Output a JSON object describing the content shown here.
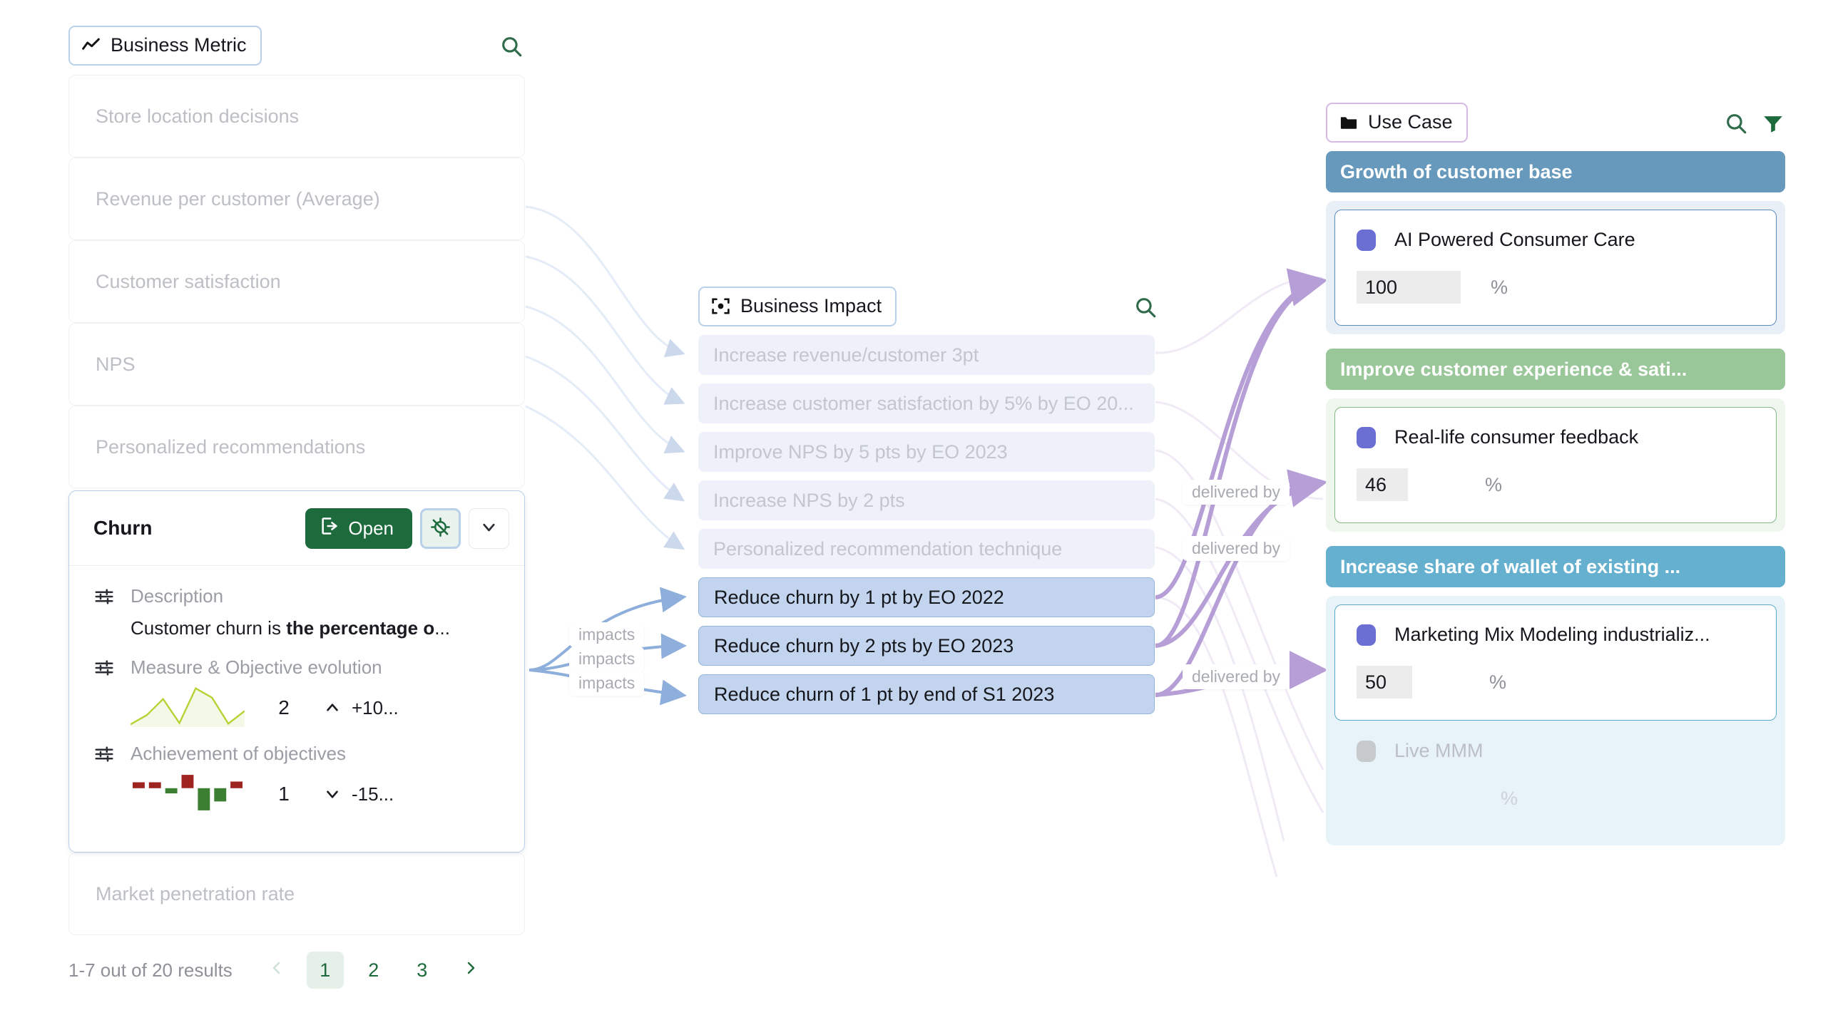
{
  "colors": {
    "accent_green": "#1d6b3d",
    "chip_border_blue": "#b9d0ea",
    "chip_border_purple": "#d4b9e2",
    "edge_purple": "#b69ed6",
    "banner_blue": "#6699bb",
    "banner_green": "#9ac79a",
    "banner_cyan": "#66b0cf",
    "highlight_blue": "#c3d5ee",
    "spark_green": "#b5d334",
    "bar_red": "#9e2420",
    "bar_green": "#3d7f32",
    "uc_dot_purple": "#6b6fd4"
  },
  "left_panel": {
    "chip": {
      "label": "Business Metric",
      "icon": "line-chart-icon"
    },
    "search_icon": "search-icon",
    "items_above": [
      {
        "label": "Store location decisions"
      },
      {
        "label": "Revenue per customer (Average)"
      },
      {
        "label": "Customer satisfaction"
      },
      {
        "label": "NPS"
      },
      {
        "label": "Personalized recommendations"
      }
    ],
    "items_below": [
      {
        "label": "Market penetration rate"
      }
    ],
    "expanded_card": {
      "title": "Churn",
      "open_label": "Open",
      "open_icon": "external-link-icon",
      "locate_off_icon": "locate-off-icon",
      "chevron_icon": "chevron-down-icon",
      "fields": [
        {
          "label": "Description",
          "icon": "sliders-icon"
        },
        {
          "label": "Measure & Objective evolution",
          "icon": "sliders-icon"
        },
        {
          "label": "Achievement of objectives",
          "icon": "sliders-icon"
        }
      ],
      "description_plain": "Customer churn is ",
      "description_bold": "the percentage o",
      "description_ellipsis": "...",
      "measure": {
        "value": "2",
        "delta": "+10...",
        "direction": "up"
      },
      "achievement": {
        "value": "1",
        "delta": "-15...",
        "direction": "down"
      }
    },
    "pagination": {
      "results_text": "1-7 out of 20 results",
      "prev_icon": "chevron-left-icon",
      "next_icon": "chevron-right-icon",
      "pages": [
        "1",
        "2",
        "3"
      ],
      "active_page": "1"
    }
  },
  "middle_panel": {
    "chip": {
      "label": "Business Impact",
      "icon": "focus-target-icon"
    },
    "search_icon": "search-icon",
    "items": [
      {
        "label": "Increase revenue/customer 3pt",
        "highlighted": false
      },
      {
        "label": "Increase customer satisfaction by 5% by EO 20...",
        "highlighted": false
      },
      {
        "label": "Improve NPS by 5 pts by EO 2023",
        "highlighted": false
      },
      {
        "label": "Increase NPS by 2 pts",
        "highlighted": false
      },
      {
        "label": "Personalized recommendation technique",
        "highlighted": false
      },
      {
        "label": "Reduce churn by 1 pt by EO 2022",
        "highlighted": true
      },
      {
        "label": "Reduce churn by 2 pts by EO 2023",
        "highlighted": true
      },
      {
        "label": "Reduce churn of 1 pt by end of S1 2023",
        "highlighted": true
      }
    ],
    "edge_labels_impacts": [
      "impacts",
      "impacts",
      "impacts"
    ]
  },
  "right_panel": {
    "chip": {
      "label": "Use Case",
      "icon": "folder-icon"
    },
    "search_icon": "search-icon",
    "filter_icon": "filter-icon",
    "edge_labels_delivered": [
      "delivered by",
      "delivered by",
      "delivered by"
    ],
    "groups": [
      {
        "banner": "Growth of customer base",
        "banner_color": "#6699bb",
        "wrap_bg": "#e8eff7",
        "cards": [
          {
            "title": "AI Powered Consumer Care",
            "value": "100",
            "unit": "%",
            "border": "#5b8cbe",
            "faded": false,
            "meter_width": 146
          }
        ]
      },
      {
        "banner": "Improve customer experience & sati...",
        "banner_color": "#9ac79a",
        "wrap_bg": "#eef6ee",
        "cards": [
          {
            "title": "Real-life consumer feedback",
            "value": "46",
            "unit": "%",
            "border": "#86b786",
            "faded": false,
            "meter_width": 72
          }
        ]
      },
      {
        "banner": "Increase share of wallet of existing ...",
        "banner_color": "#66b0cf",
        "wrap_bg": "#e7f3f8",
        "cards": [
          {
            "title": "Marketing Mix Modeling industrializ...",
            "value": "50",
            "unit": "%",
            "border": "#5aa9cb",
            "faded": false,
            "meter_width": 78
          },
          {
            "title": "Live MMM",
            "value": "",
            "unit": "%",
            "border": "transparent",
            "faded": true,
            "meter_width": 0
          }
        ]
      }
    ]
  },
  "chart_data": [
    {
      "type": "area",
      "name": "Measure & Objective evolution",
      "title": "Measure & Objective evolution",
      "x": [
        0,
        1,
        2,
        3,
        4,
        5,
        6,
        7
      ],
      "values": [
        4,
        18,
        42,
        6,
        58,
        44,
        5,
        24
      ],
      "ylim": [
        0,
        62
      ],
      "xlabel": "",
      "ylabel": "",
      "grid": false,
      "legend": "none",
      "annotations": {
        "value": "2",
        "delta": "+10..."
      }
    },
    {
      "type": "bar",
      "name": "Achievement of objectives",
      "title": "Achievement of objectives",
      "categories": [
        "1",
        "2",
        "3",
        "4",
        "5",
        "6",
        "7"
      ],
      "values": [
        8,
        8,
        -7,
        18,
        -30,
        -18,
        9
      ],
      "bar_colors": [
        "#9e2420",
        "#9e2420",
        "#3d7f32",
        "#9e2420",
        "#3d7f32",
        "#3d7f32",
        "#9e2420"
      ],
      "ylim": [
        -34,
        22
      ],
      "xlabel": "",
      "ylabel": "",
      "grid": false,
      "legend": "none",
      "annotations": {
        "value": "1",
        "delta": "-15..."
      }
    }
  ]
}
